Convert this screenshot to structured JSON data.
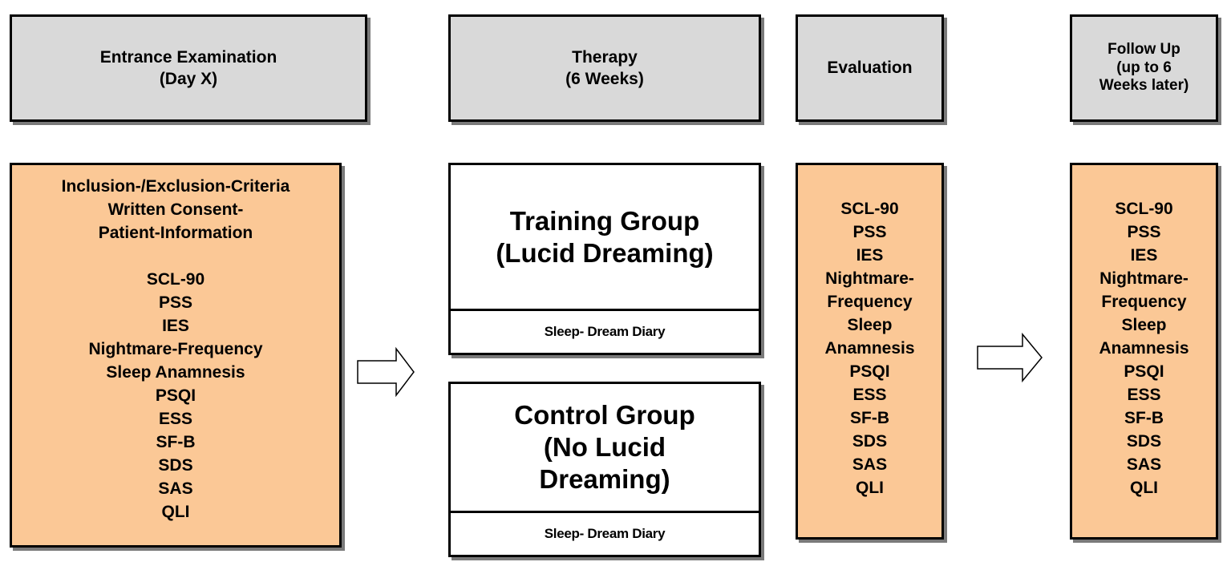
{
  "headers": {
    "entrance": [
      "Entrance Examination",
      "(Day X)"
    ],
    "therapy": [
      "Therapy",
      "(6 Weeks)"
    ],
    "evaluation": [
      "Evaluation"
    ],
    "followup": [
      "Follow Up",
      "(up to 6",
      "Weeks later)"
    ]
  },
  "entrance_box": {
    "intro": [
      "Inclusion-/Exclusion-Criteria",
      "Written Consent-",
      "Patient-Information"
    ],
    "measures": [
      "SCL-90",
      "PSS",
      "IES",
      "Nightmare-Frequency",
      "Sleep Anamnesis",
      "PSQI",
      "ESS",
      "SF-B",
      "SDS",
      "SAS",
      "QLI"
    ]
  },
  "training_group": {
    "title": [
      "Training Group",
      "(Lucid Dreaming)"
    ],
    "diary": "Sleep- Dream Diary"
  },
  "control_group": {
    "title": [
      "Control Group",
      "(No Lucid",
      "Dreaming)"
    ],
    "diary": "Sleep- Dream Diary"
  },
  "evaluation_box": {
    "measures": [
      "SCL-90",
      "PSS",
      "IES",
      "Nightmare-",
      "Frequency",
      "Sleep",
      "Anamnesis",
      "PSQI",
      "ESS",
      "SF-B",
      "SDS",
      "SAS",
      "QLI"
    ]
  },
  "followup_box": {
    "measures": [
      "SCL-90",
      "PSS",
      "IES",
      "Nightmare-",
      "Frequency",
      "Sleep",
      "Anamnesis",
      "PSQI",
      "ESS",
      "SF-B",
      "SDS",
      "SAS",
      "QLI"
    ]
  },
  "colors": {
    "header_fill": "#d9d9d9",
    "measure_fill": "#fbc896",
    "border": "#000000",
    "shadow": "#7a7a7a"
  },
  "icons": [
    "right-arrow-icon"
  ]
}
